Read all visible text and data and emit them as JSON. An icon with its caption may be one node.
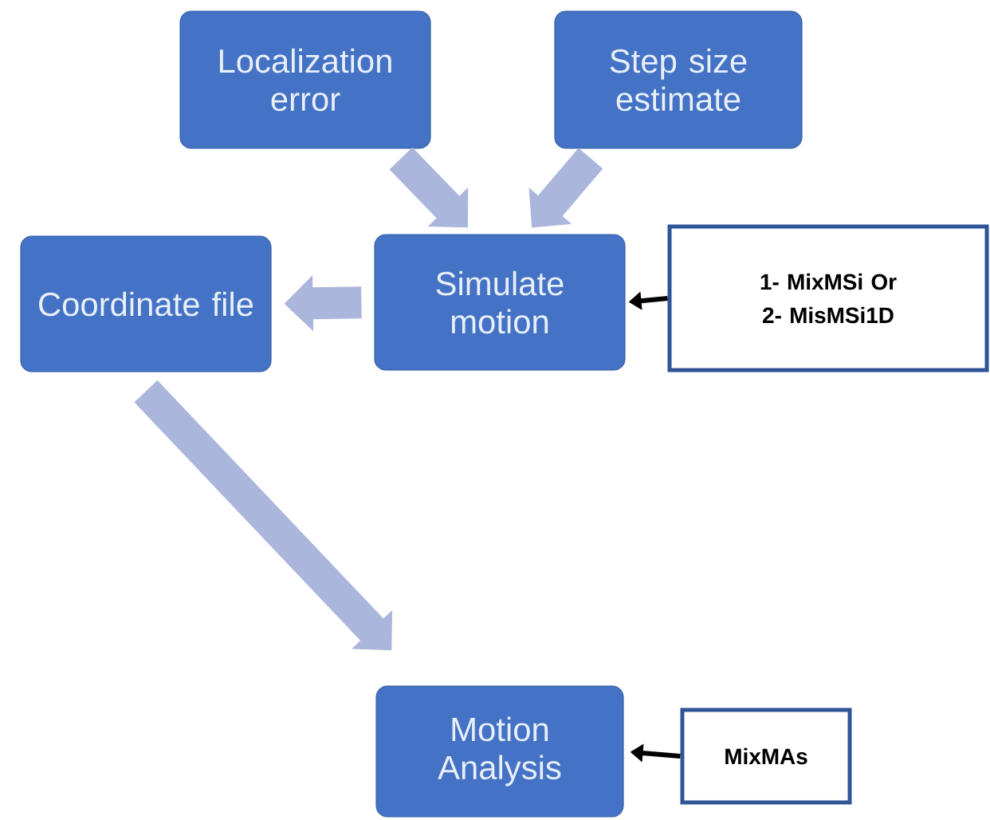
{
  "diagram": {
    "nodes": [
      {
        "text": [
          "Localization error"
        ]
      },
      {
        "text": [
          "Step size estimate"
        ]
      },
      {
        "text": [
          "Coordinate file"
        ]
      },
      {
        "text": [
          "Simulate motion"
        ]
      },
      {
        "text": [
          "1- MixMSi Or 2- MisMSi1D"
        ]
      },
      {
        "text": [
          "Motion Analysis"
        ]
      },
      {
        "text": [
          "MixMAs"
        ]
      }
    ],
    "edges": [
      {
        "from": 0,
        "to": 3,
        "arrow": "to"
      },
      {
        "from": 1,
        "to": 3,
        "arrow": "to"
      },
      {
        "from": 3,
        "to": 2,
        "arrow": "to"
      },
      {
        "from": 2,
        "to": 5,
        "arrow": "to"
      },
      {
        "from": 4,
        "to": 3,
        "arrow": "to",
        "color": "#000000"
      },
      {
        "from": 6,
        "to": 5,
        "arrow": "to",
        "color": "#000000"
      }
    ]
  }
}
